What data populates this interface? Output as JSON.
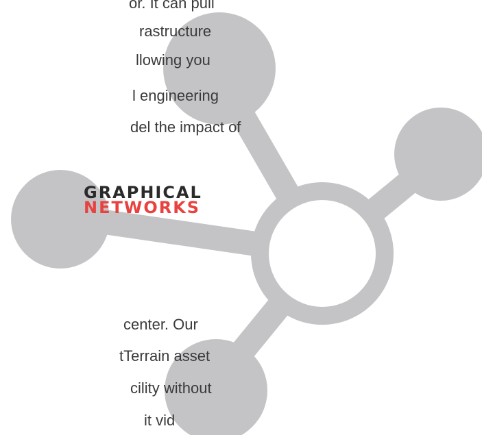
{
  "paragraph_top": [
    "or. It can pull",
    "rastructure",
    "llowing you",
    "l engineering",
    "del the impact of"
  ],
  "paragraph_bottom": [
    "center. Our",
    "tTerrain asset",
    "cility without",
    "it    vid"
  ],
  "logo": {
    "line1": "GRAPHICAL",
    "line2": "NETWORKS",
    "line1_color": "#2a2a2a",
    "line2_color": "#e8423f"
  },
  "colors": {
    "node_gray": "#c4c4c6",
    "text": "#3a3a3a",
    "background": "#ffffff"
  }
}
